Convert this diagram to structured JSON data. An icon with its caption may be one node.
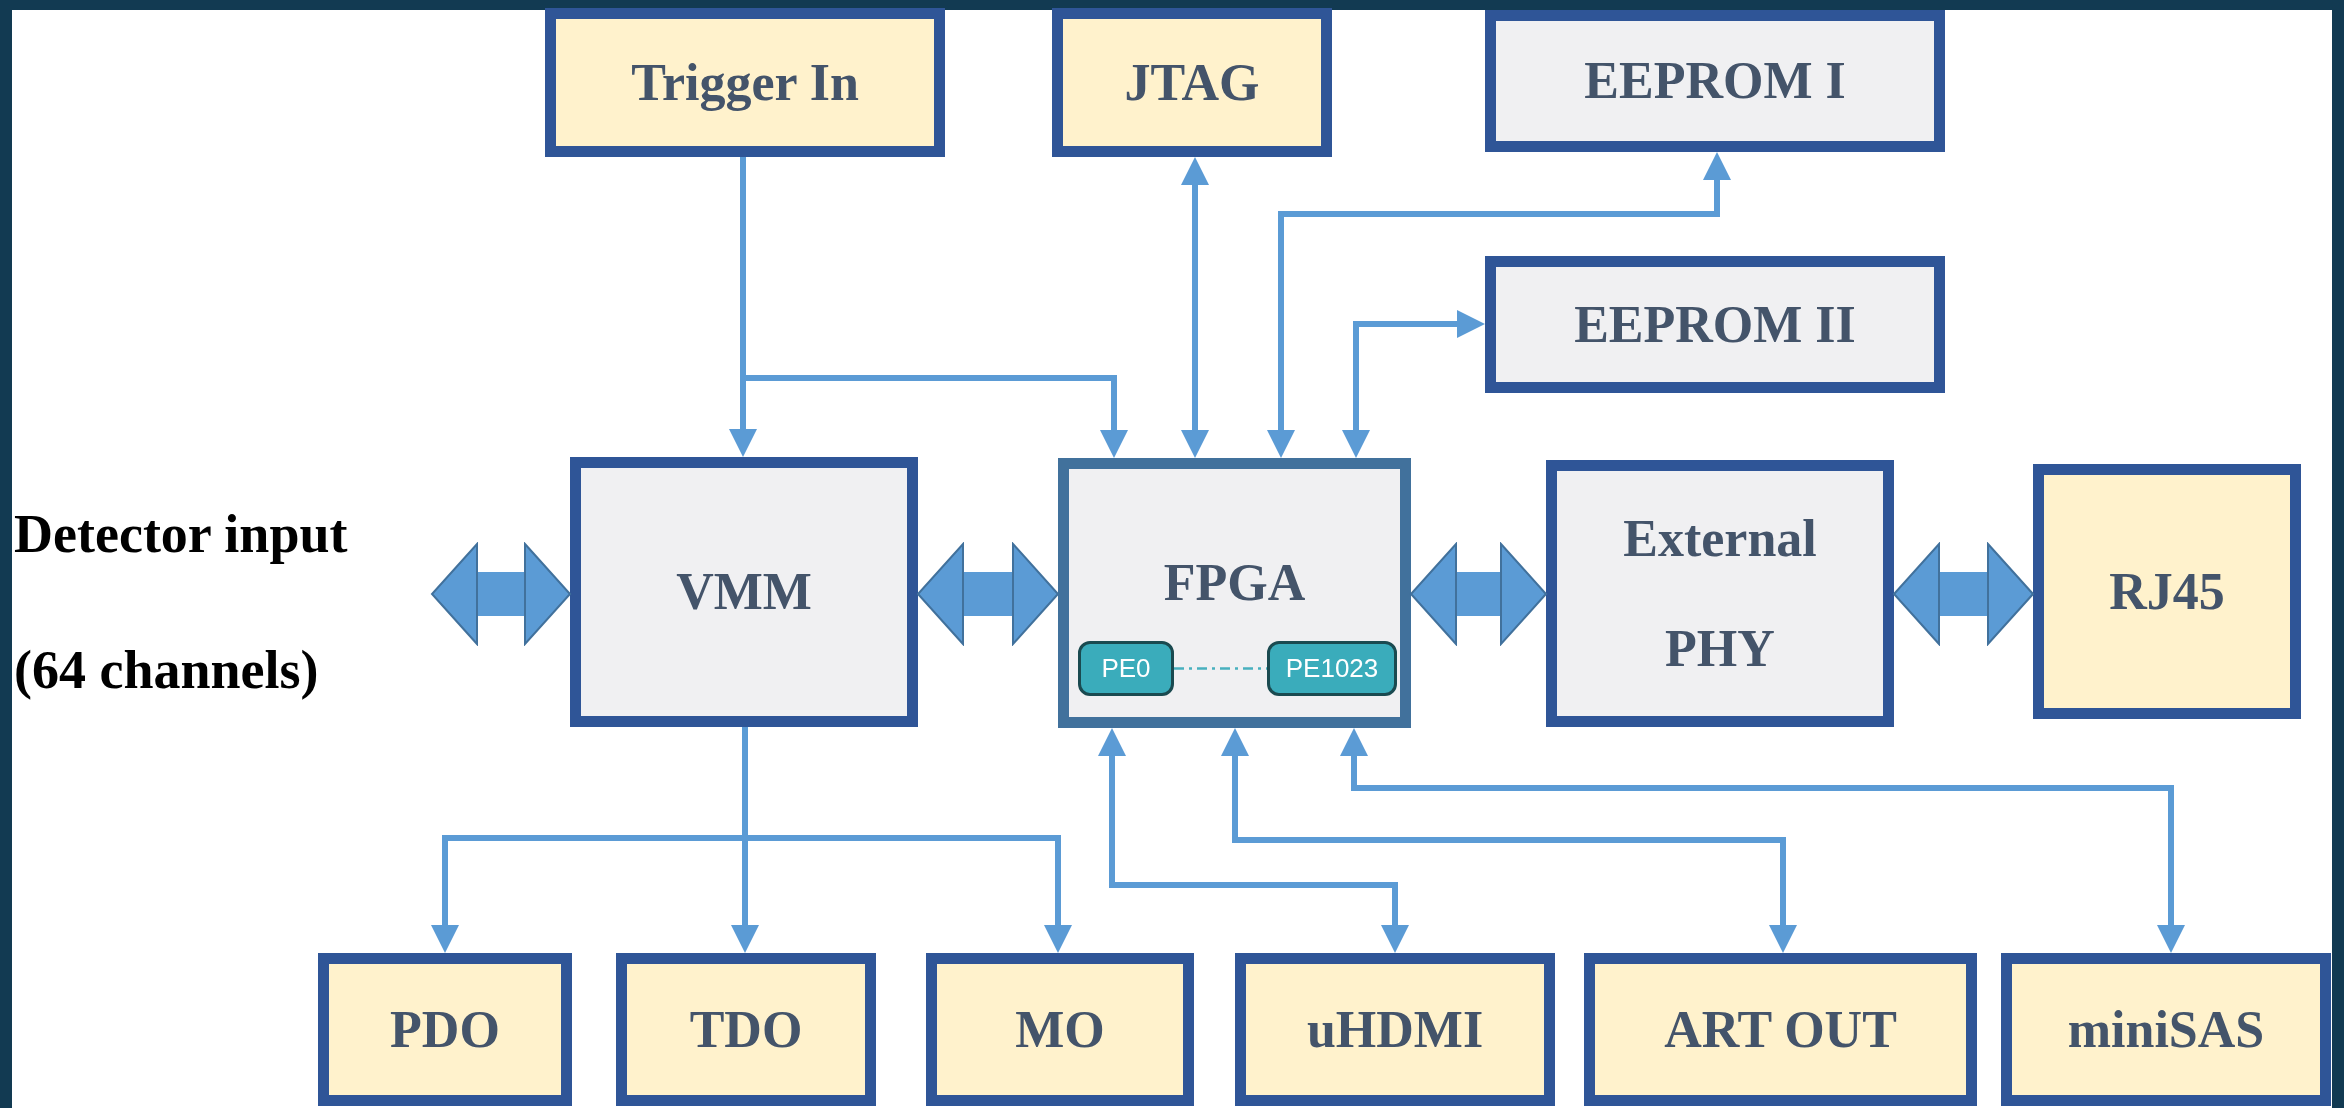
{
  "diagram": {
    "nodes": [
      {
        "text": [
          "Trigger In"
        ]
      },
      {
        "text": [
          "JTAG"
        ]
      },
      {
        "text": [
          "EEPROM I"
        ]
      },
      {
        "text": [
          "EEPROM II"
        ]
      },
      {
        "text": [
          "Detector input",
          "(64 channels)"
        ]
      },
      {
        "text": [
          "VMM"
        ]
      },
      {
        "text": [
          "FPGA"
        ]
      },
      {
        "text": [
          "PE0"
        ],
        "in": 6
      },
      {
        "text": [
          "PE1023"
        ],
        "in": 6
      },
      {
        "text": [
          "External PHY"
        ]
      },
      {
        "text": [
          "RJ45"
        ]
      },
      {
        "text": [
          "PDO"
        ]
      },
      {
        "text": [
          "TDO"
        ]
      },
      {
        "text": [
          "MO"
        ]
      },
      {
        "text": [
          "uHDMI"
        ]
      },
      {
        "text": [
          "ART OUT"
        ]
      },
      {
        "text": [
          "miniSAS"
        ]
      }
    ],
    "edges": [
      {
        "from": 4,
        "to": 5,
        "arrow": "both",
        "style": "thick"
      },
      {
        "from": 5,
        "to": 6,
        "arrow": "both",
        "style": "thick"
      },
      {
        "from": 6,
        "to": 9,
        "arrow": "both",
        "style": "thick"
      },
      {
        "from": 9,
        "to": 10,
        "arrow": "both",
        "style": "thick"
      },
      {
        "from": 0,
        "to": 5,
        "arrow": "to"
      },
      {
        "from": 0,
        "to": 6,
        "arrow": "to"
      },
      {
        "from": 1,
        "to": 6,
        "arrow": "both"
      },
      {
        "from": 2,
        "to": 6,
        "arrow": "both"
      },
      {
        "from": 3,
        "to": 6,
        "arrow": "both"
      },
      {
        "from": 7,
        "to": 8,
        "arrow": "none",
        "style": "dashed",
        "color": "#48b0bf"
      },
      {
        "from": 5,
        "to": 11,
        "arrow": "to"
      },
      {
        "from": 5,
        "to": 12,
        "arrow": "to"
      },
      {
        "from": 5,
        "to": 13,
        "arrow": "to"
      },
      {
        "from": 6,
        "to": 14,
        "arrow": "both"
      },
      {
        "from": 6,
        "to": 15,
        "arrow": "both"
      },
      {
        "from": 6,
        "to": 16,
        "arrow": "both"
      }
    ]
  }
}
